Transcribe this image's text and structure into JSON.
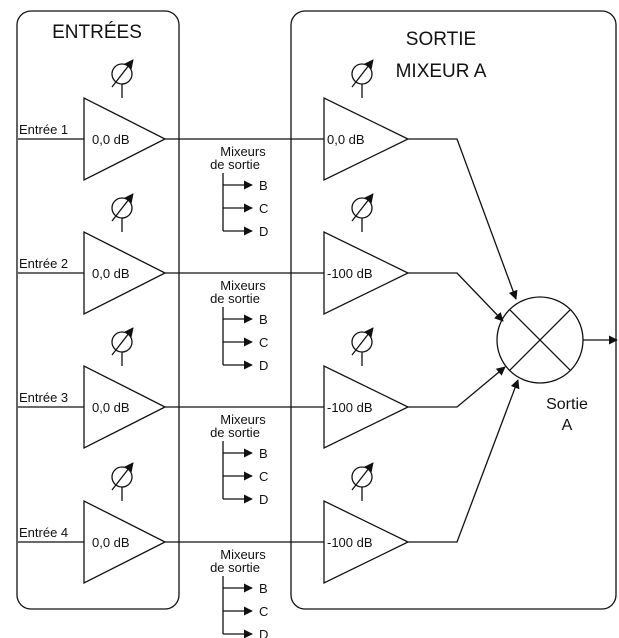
{
  "inputs_panel": {
    "title": "ENTRÉES"
  },
  "output_panel": {
    "title_line1": "SORTIE",
    "title_line2": "MIXEUR A"
  },
  "inputs": [
    {
      "label": "Entrée 1",
      "gain": "0,0 dB"
    },
    {
      "label": "Entrée 2",
      "gain": "0,0 dB"
    },
    {
      "label": "Entrée 3",
      "gain": "0,0 dB"
    },
    {
      "label": "Entrée 4",
      "gain": "0,0 dB"
    }
  ],
  "mix_gains": [
    "0,0 dB",
    "-100 dB",
    "-100 dB",
    "-100 dB"
  ],
  "output_mixers": {
    "line1": "Mixeurs",
    "line2": "de sortie",
    "targets": [
      "B",
      "C",
      "D"
    ]
  },
  "summing_output": {
    "line1": "Sortie",
    "line2": "A"
  }
}
